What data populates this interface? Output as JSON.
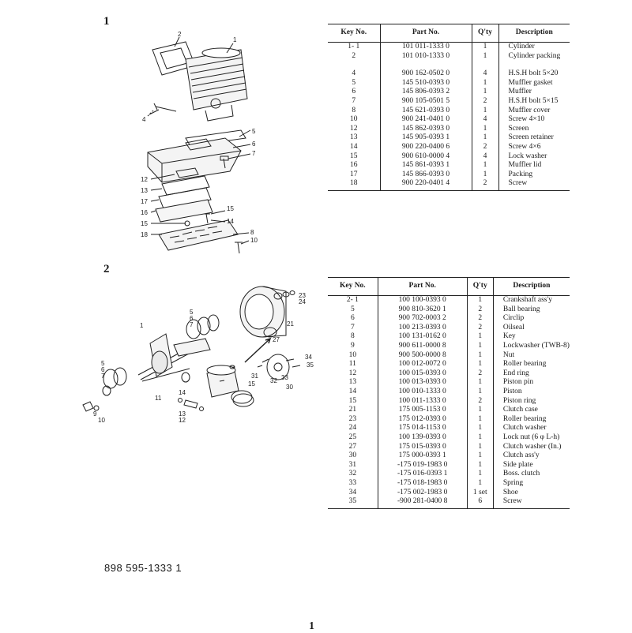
{
  "section1": {
    "number": "1",
    "headers": {
      "key": "Key No.",
      "part": "Part No.",
      "qty": "Q'ty",
      "desc": "Description"
    },
    "rows": [
      {
        "key": "1- 1",
        "part": "101 011-1333 0",
        "qty": "1",
        "desc": "Cylinder"
      },
      {
        "key": "2",
        "part": "101 010-1333 0",
        "qty": "1",
        "desc": "Cylinder packing"
      },
      {
        "spacer": true
      },
      {
        "key": "4",
        "part": "900 162-0502 0",
        "qty": "4",
        "desc": "H.S.H bolt 5×20"
      },
      {
        "key": "5",
        "part": "145 510-0393 0",
        "qty": "1",
        "desc": "Muffler gasket"
      },
      {
        "key": "6",
        "part": "145 806-0393 2",
        "qty": "1",
        "desc": "Muffler"
      },
      {
        "key": "7",
        "part": "900 105-0501 5",
        "qty": "2",
        "desc": "H.S.H bolt 5×15"
      },
      {
        "key": "8",
        "part": "145 621-0393 0",
        "qty": "1",
        "desc": "Muffler cover"
      },
      {
        "key": "10",
        "part": "900 241-0401 0",
        "qty": "4",
        "desc": "Screw 4×10"
      },
      {
        "key": "12",
        "part": "145 862-0393 0",
        "qty": "1",
        "desc": "Screen"
      },
      {
        "key": "13",
        "part": "145 905-0393 1",
        "qty": "1",
        "desc": "Screen retainer"
      },
      {
        "key": "14",
        "part": "900 220-0400 6",
        "qty": "2",
        "desc": "Screw 4×6"
      },
      {
        "key": "15",
        "part": "900 610-0000 4",
        "qty": "4",
        "desc": "Lock washer"
      },
      {
        "key": "16",
        "part": "145 861-0393 1",
        "qty": "1",
        "desc": "Muffler lid"
      },
      {
        "key": "17",
        "part": "145 866-0393 0",
        "qty": "1",
        "desc": "Packing"
      },
      {
        "key": "18",
        "part": "900 220-0401 4",
        "qty": "2",
        "desc": "Screw"
      }
    ],
    "callouts": [
      "2",
      "1",
      "4",
      "5",
      "6",
      "7",
      "12",
      "13",
      "17",
      "16",
      "15",
      "18",
      "15",
      "14",
      "8",
      "10"
    ]
  },
  "section2": {
    "number": "2",
    "headers": {
      "key": "Key No.",
      "part": "Part No.",
      "qty": "Q'ty",
      "desc": "Description"
    },
    "rows": [
      {
        "key": "2- 1",
        "part": "100 100-0393 0",
        "qty": "1",
        "desc": "Crankshaft ass'y"
      },
      {
        "key": "5",
        "part": "900 810-3620 1",
        "qty": "2",
        "desc": "Ball bearing"
      },
      {
        "key": "6",
        "part": "900 702-0003 2",
        "qty": "2",
        "desc": "Circlip"
      },
      {
        "key": "7",
        "part": "100 213-0393 0",
        "qty": "2",
        "desc": "Oilseal"
      },
      {
        "key": "8",
        "part": "100 131-0162 0",
        "qty": "1",
        "desc": "Key"
      },
      {
        "key": "9",
        "part": "900 611-0000 8",
        "qty": "1",
        "desc": "Lockwasher (TWB-8)"
      },
      {
        "key": "10",
        "part": "900 500-0000 8",
        "qty": "1",
        "desc": "Nut"
      },
      {
        "key": "11",
        "part": "100 012-0072 0",
        "qty": "1",
        "desc": "Roller bearing"
      },
      {
        "key": "12",
        "part": "100 015-0393 0",
        "qty": "2",
        "desc": "End ring"
      },
      {
        "key": "13",
        "part": "100 013-0393 0",
        "qty": "1",
        "desc": "Piston pin"
      },
      {
        "key": "14",
        "part": "100 010-1333 0",
        "qty": "1",
        "desc": "Piston"
      },
      {
        "key": "15",
        "part": "100 011-1333 0",
        "qty": "2",
        "desc": "Piston ring"
      },
      {
        "key": "21",
        "part": "175 005-1153 0",
        "qty": "1",
        "desc": "Clutch case"
      },
      {
        "key": "23",
        "part": "175 012-0393 0",
        "qty": "1",
        "desc": "Roller bearing"
      },
      {
        "key": "24",
        "part": "175 014-1153 0",
        "qty": "1",
        "desc": "Clutch washer"
      },
      {
        "key": "25",
        "part": "100 139-0393 0",
        "qty": "1",
        "desc": "Lock nut (6 φ L-h)"
      },
      {
        "key": "27",
        "part": "175 015-0393 0",
        "qty": "1",
        "desc": "Clutch washer (In.)"
      },
      {
        "key": "30",
        "part": "175 000-0393 1",
        "qty": "1",
        "desc": "Clutch ass'y"
      },
      {
        "key": "31",
        "part": "-175 019-1983 0",
        "qty": "1",
        "desc": "Side plate"
      },
      {
        "key": "32",
        "part": "-175 016-0393 1",
        "qty": "1",
        "desc": "Boss. clutch"
      },
      {
        "key": "33",
        "part": "-175 018-1983 0",
        "qty": "1",
        "desc": "Spring"
      },
      {
        "key": "34",
        "part": "-175 002-1983 0",
        "qty": "1 set",
        "desc": "Shoe"
      },
      {
        "key": "35",
        "part": "-900 281-0400 8",
        "qty": "6",
        "desc": "Screw"
      }
    ],
    "callouts": [
      "1",
      "5",
      "6",
      "7",
      "9",
      "10",
      "5",
      "6",
      "7",
      "11",
      "14",
      "13",
      "12",
      "15",
      "23",
      "24",
      "21",
      "27",
      "30",
      "31",
      "32",
      "33",
      "34",
      "35"
    ]
  },
  "footer": {
    "code": "898 595-1333 1",
    "page": "1"
  }
}
